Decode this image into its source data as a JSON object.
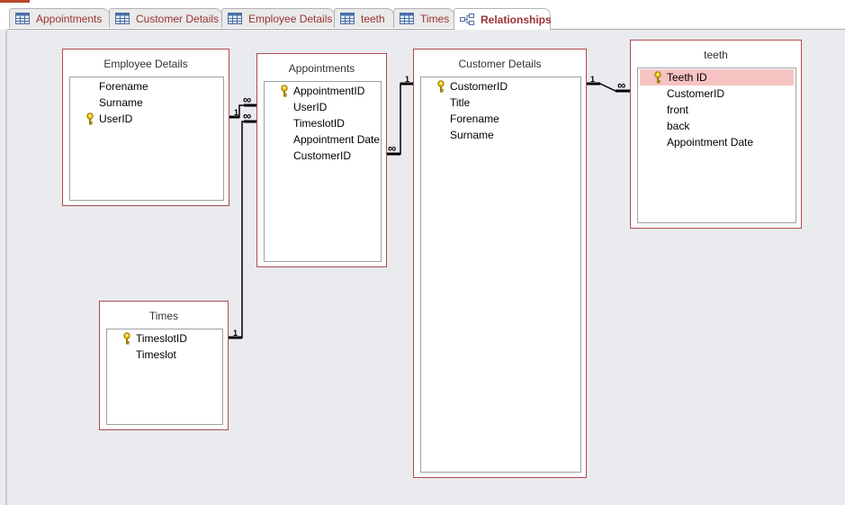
{
  "tabs": [
    {
      "label": "Appointments",
      "icon": "table-icon",
      "active": false
    },
    {
      "label": "Customer Details",
      "icon": "table-icon",
      "active": false
    },
    {
      "label": "Employee Details",
      "icon": "table-icon",
      "active": false
    },
    {
      "label": "teeth",
      "icon": "table-icon",
      "active": false
    },
    {
      "label": "Times",
      "icon": "table-icon",
      "active": false
    },
    {
      "label": "Relationships",
      "icon": "relationships-icon",
      "active": true
    }
  ],
  "tables": {
    "employee": {
      "title": "Employee Details",
      "fields": [
        {
          "name": "Forename",
          "key": false
        },
        {
          "name": "Surname",
          "key": false
        },
        {
          "name": "UserID",
          "key": true
        }
      ]
    },
    "appointments": {
      "title": "Appointments",
      "fields": [
        {
          "name": "AppointmentID",
          "key": true
        },
        {
          "name": "UserID",
          "key": false
        },
        {
          "name": "TimeslotID",
          "key": false
        },
        {
          "name": "Appointment Date",
          "key": false
        },
        {
          "name": "CustomerID",
          "key": false
        }
      ]
    },
    "customer": {
      "title": "Customer Details",
      "fields": [
        {
          "name": "CustomerID",
          "key": true
        },
        {
          "name": "Title",
          "key": false
        },
        {
          "name": "Forename",
          "key": false
        },
        {
          "name": "Surname",
          "key": false
        }
      ]
    },
    "teeth": {
      "title": "teeth",
      "fields": [
        {
          "name": "Teeth ID",
          "key": true,
          "selected": true
        },
        {
          "name": "CustomerID",
          "key": false
        },
        {
          "name": "front",
          "key": false
        },
        {
          "name": "back",
          "key": false
        },
        {
          "name": "Appointment Date",
          "key": false
        }
      ]
    },
    "times": {
      "title": "Times",
      "fields": [
        {
          "name": "TimeslotID",
          "key": true
        },
        {
          "name": "Timeslot",
          "key": false
        }
      ]
    }
  },
  "relationships": {
    "one_label": "1",
    "many_label": "∞"
  },
  "colors": {
    "accent": "#9c3234",
    "table_border": "#b04a4d",
    "selected_field": "#f7c3c3",
    "canvas": "#e9ebee"
  }
}
